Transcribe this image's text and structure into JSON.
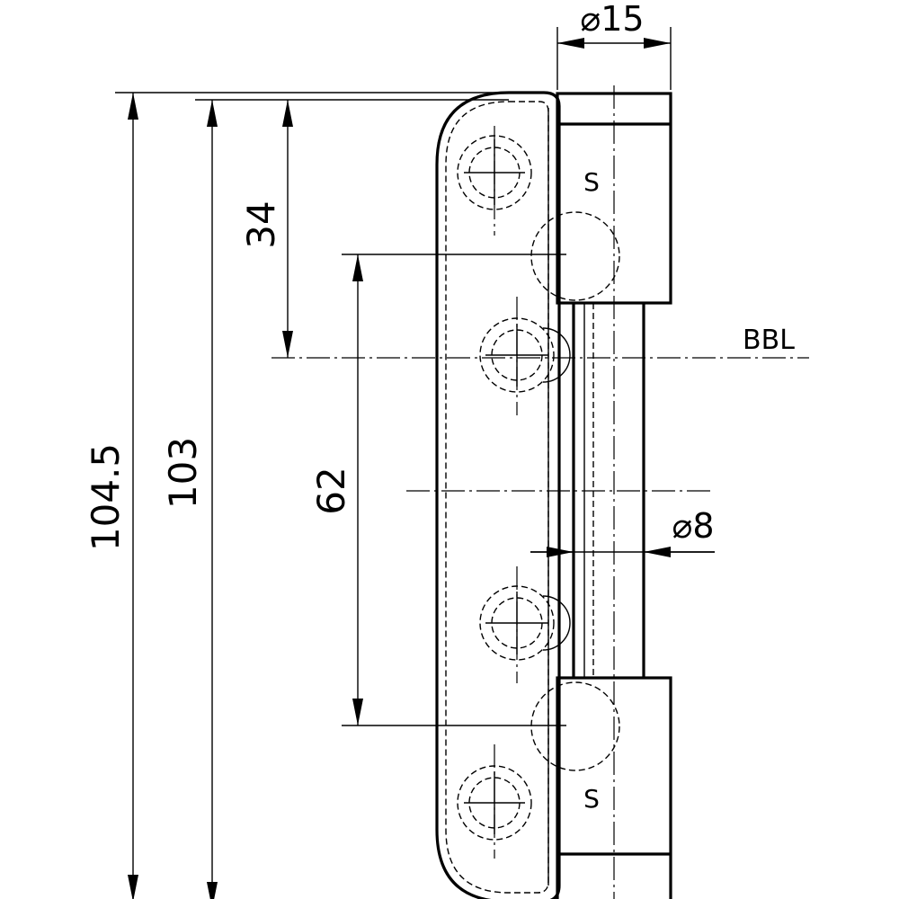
{
  "dimensions": {
    "overall_height": "104.5",
    "plate_height": "103",
    "top_to_bbl": "34",
    "screw_spacing": "62",
    "knuckle_diameter": "⌀15",
    "pin_diameter": "⌀8"
  },
  "labels": {
    "bbl": "BBL",
    "s_top": "S",
    "s_bottom": "S"
  }
}
